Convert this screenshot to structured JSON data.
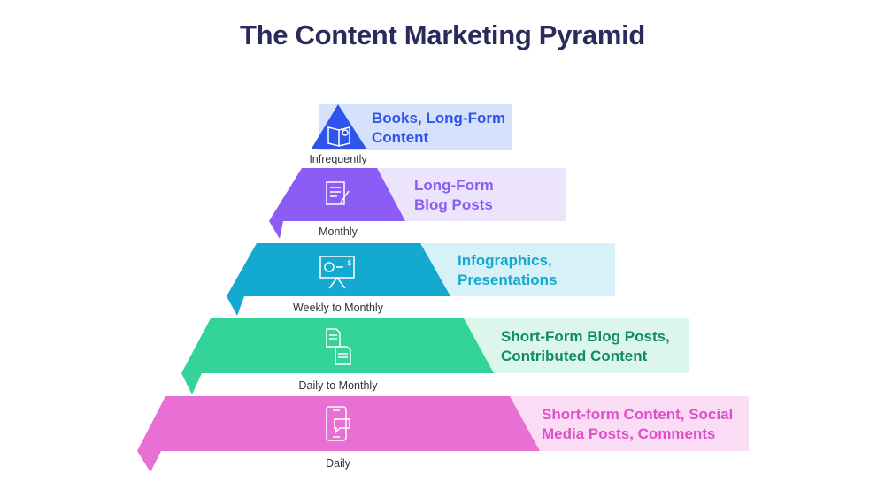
{
  "title": "The Content Marketing Pyramid",
  "tiers": [
    {
      "label_lines": [
        "Books, Long-Form",
        "Content"
      ],
      "frequency": "Infrequently",
      "icon": "book-icon",
      "color": "#2f54eb",
      "panel_color": "#d6e2fb",
      "text_color": "#2f54eb"
    },
    {
      "label_lines": [
        "Long-Form",
        "Blog Posts"
      ],
      "frequency": "Monthly",
      "icon": "document-pen-icon",
      "color": "#8b5cf6",
      "panel_color": "#ece4fb",
      "text_color": "#8b5cf6"
    },
    {
      "label_lines": [
        "Infographics,",
        "Presentations"
      ],
      "frequency": "Weekly to Monthly",
      "icon": "presentation-board-icon",
      "color": "#14a9d0",
      "panel_color": "#d7f1f9",
      "text_color": "#14a9d0"
    },
    {
      "label_lines": [
        "Short-Form Blog Posts,",
        "Contributed Content"
      ],
      "frequency": "Daily to Monthly",
      "icon": "documents-icon",
      "color": "#34d399",
      "panel_color": "#dcf6ec",
      "text_color": "#0f8a6a"
    },
    {
      "label_lines": [
        "Short-form Content, Social",
        "Media Posts, Comments"
      ],
      "frequency": "Daily",
      "icon": "smartphone-chat-icon",
      "color": "#e86fd3",
      "panel_color": "#fadcf4",
      "text_color": "#e04fca"
    }
  ]
}
